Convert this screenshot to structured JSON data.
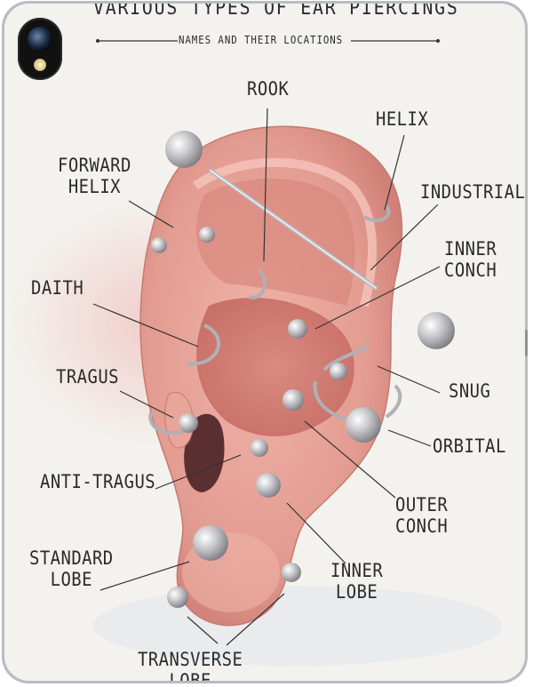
{
  "title": "VARIOUS TYPES OF EAR PIERCINGS",
  "subtitle": "NAMES AND THEIR LOCATIONS",
  "labels": {
    "rook": "ROOK",
    "helix": "HELIX",
    "forward_helix": "FORWARD\nHELIX",
    "industrial": "INDUSTRIAL",
    "inner_conch": "INNER\nCONCH",
    "daith": "DAITH",
    "tragus": "TRAGUS",
    "snug": "SNUG",
    "orbital": "ORBITAL",
    "anti_tragus": "ANTI-TRAGUS",
    "outer_conch": "OUTER\nCONCH",
    "standard_lobe": "STANDARD\nLOBE",
    "inner_lobe": "INNER\nLOBE",
    "transverse_lobe": "TRANSVERSE\nLOBE"
  },
  "colors": {
    "ear_skin": "#e8a59a",
    "ear_shadow": "#c9776f",
    "paper": "#f3f2ee",
    "ink": "#2b2b2b",
    "metal": "#c8c8cc",
    "device_frame": "#b9bcc1"
  }
}
